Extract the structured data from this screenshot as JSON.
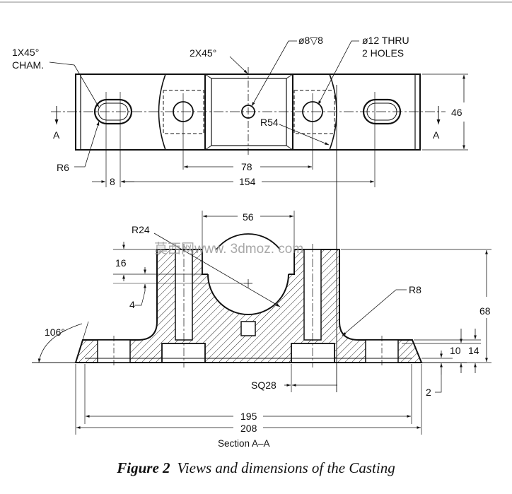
{
  "drawing": {
    "top_view": {
      "chamfer_note": [
        "1X45°",
        "CHAM."
      ],
      "chamfer_center": "2X45°",
      "hole_small": "ø8▽8",
      "hole_large": [
        "ø12 THRU",
        "2 HOLES"
      ],
      "section_mark": "A",
      "dim_height": "46",
      "radius_slot": "R6",
      "radius_bore": "R54",
      "dim_78": "78",
      "dim_8": "8",
      "dim_154": "154"
    },
    "section_view": {
      "dim_56": "56",
      "radius_bore": "R24",
      "dim_16": "16",
      "dim_4": "4",
      "radius_fillet": "R8",
      "dim_68": "68",
      "angle": "106°",
      "dim_10": "10",
      "dim_14": "14",
      "dim_sq28": "SQ28",
      "dim_2": "2",
      "dim_195": "195",
      "dim_208": "208",
      "title": "Section A–A"
    },
    "watermark": "莫西网www. 3dmoz. com"
  },
  "caption": {
    "label": "Figure 2",
    "text": "Views and dimensions of the Casting"
  },
  "colors": {
    "line": "#111111",
    "watermark": "#9a9a9a"
  }
}
